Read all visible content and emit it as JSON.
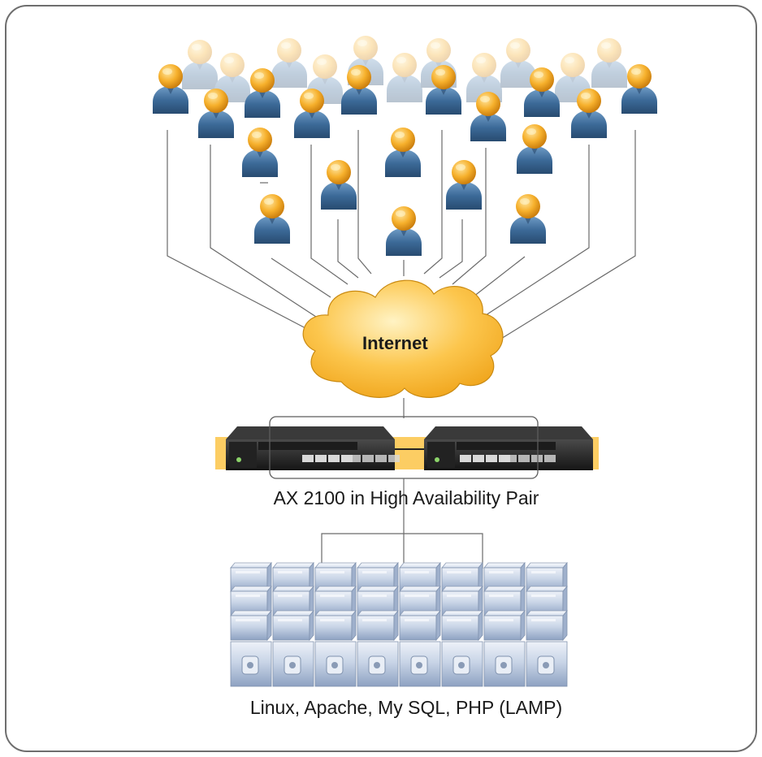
{
  "cloud_label": "Internet",
  "device_caption": "AX 2100 in High Availability Pair",
  "server_caption": "Linux, Apache, My SQL, PHP (LAMP)",
  "colors": {
    "frame": "#6e6e6e",
    "user_head": "#f5ad2a",
    "user_body": "#3f6e9c",
    "cloud": "#fbc64a",
    "device_band": "#fccd63",
    "device_chassis": "#2b2b2b",
    "server": "#c7d3e6",
    "lines": "#6a6a6a"
  }
}
